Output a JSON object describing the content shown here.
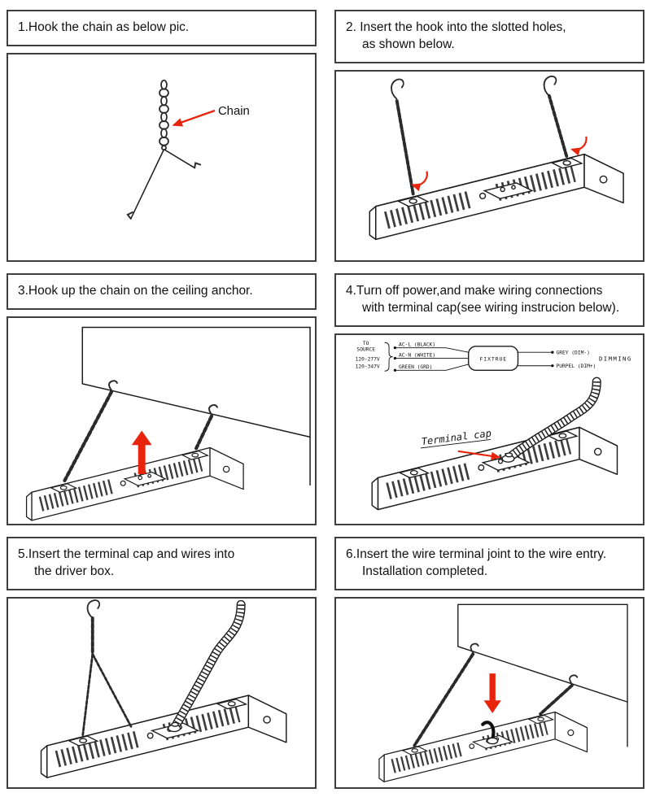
{
  "colors": {
    "accent_red": "#e8240c",
    "line_art": "#1c1c1c",
    "border": "#3f3f3f"
  },
  "steps": [
    {
      "lines": [
        "1.Hook the chain as below pic."
      ]
    },
    {
      "lines": [
        "2. Insert the hook into the slotted holes,",
        "as shown below."
      ]
    },
    {
      "lines": [
        "3.Hook up the chain on the ceiling anchor."
      ]
    },
    {
      "lines": [
        "4.Turn off power,and make wiring connections",
        "with terminal cap(see wiring instrucion below)."
      ]
    },
    {
      "lines": [
        "5.Insert the terminal cap and wires into",
        "the driver box."
      ]
    },
    {
      "lines": [
        "6.Insert the wire terminal joint to the wire entry.",
        "Installation completed."
      ]
    }
  ],
  "annotations": {
    "chain": "Chain",
    "terminal_cap": "Terminal cap"
  },
  "wiring_diagram": {
    "source_line1": "TO",
    "source_line2": "SOURCE",
    "voltage_1": "120-277V",
    "voltage_2": "120-347V",
    "wire_live": "AC-L (BLACK)",
    "wire_neutral": "AC-N (WHITE)",
    "wire_ground": "GREEN (GRD)",
    "fixture_box": "FIXTRUE",
    "wire_dim_minus": "GREY (DIM-)",
    "wire_dim_plus": "PURPEL (DIM+)",
    "dimming_label": "DIMMING"
  }
}
